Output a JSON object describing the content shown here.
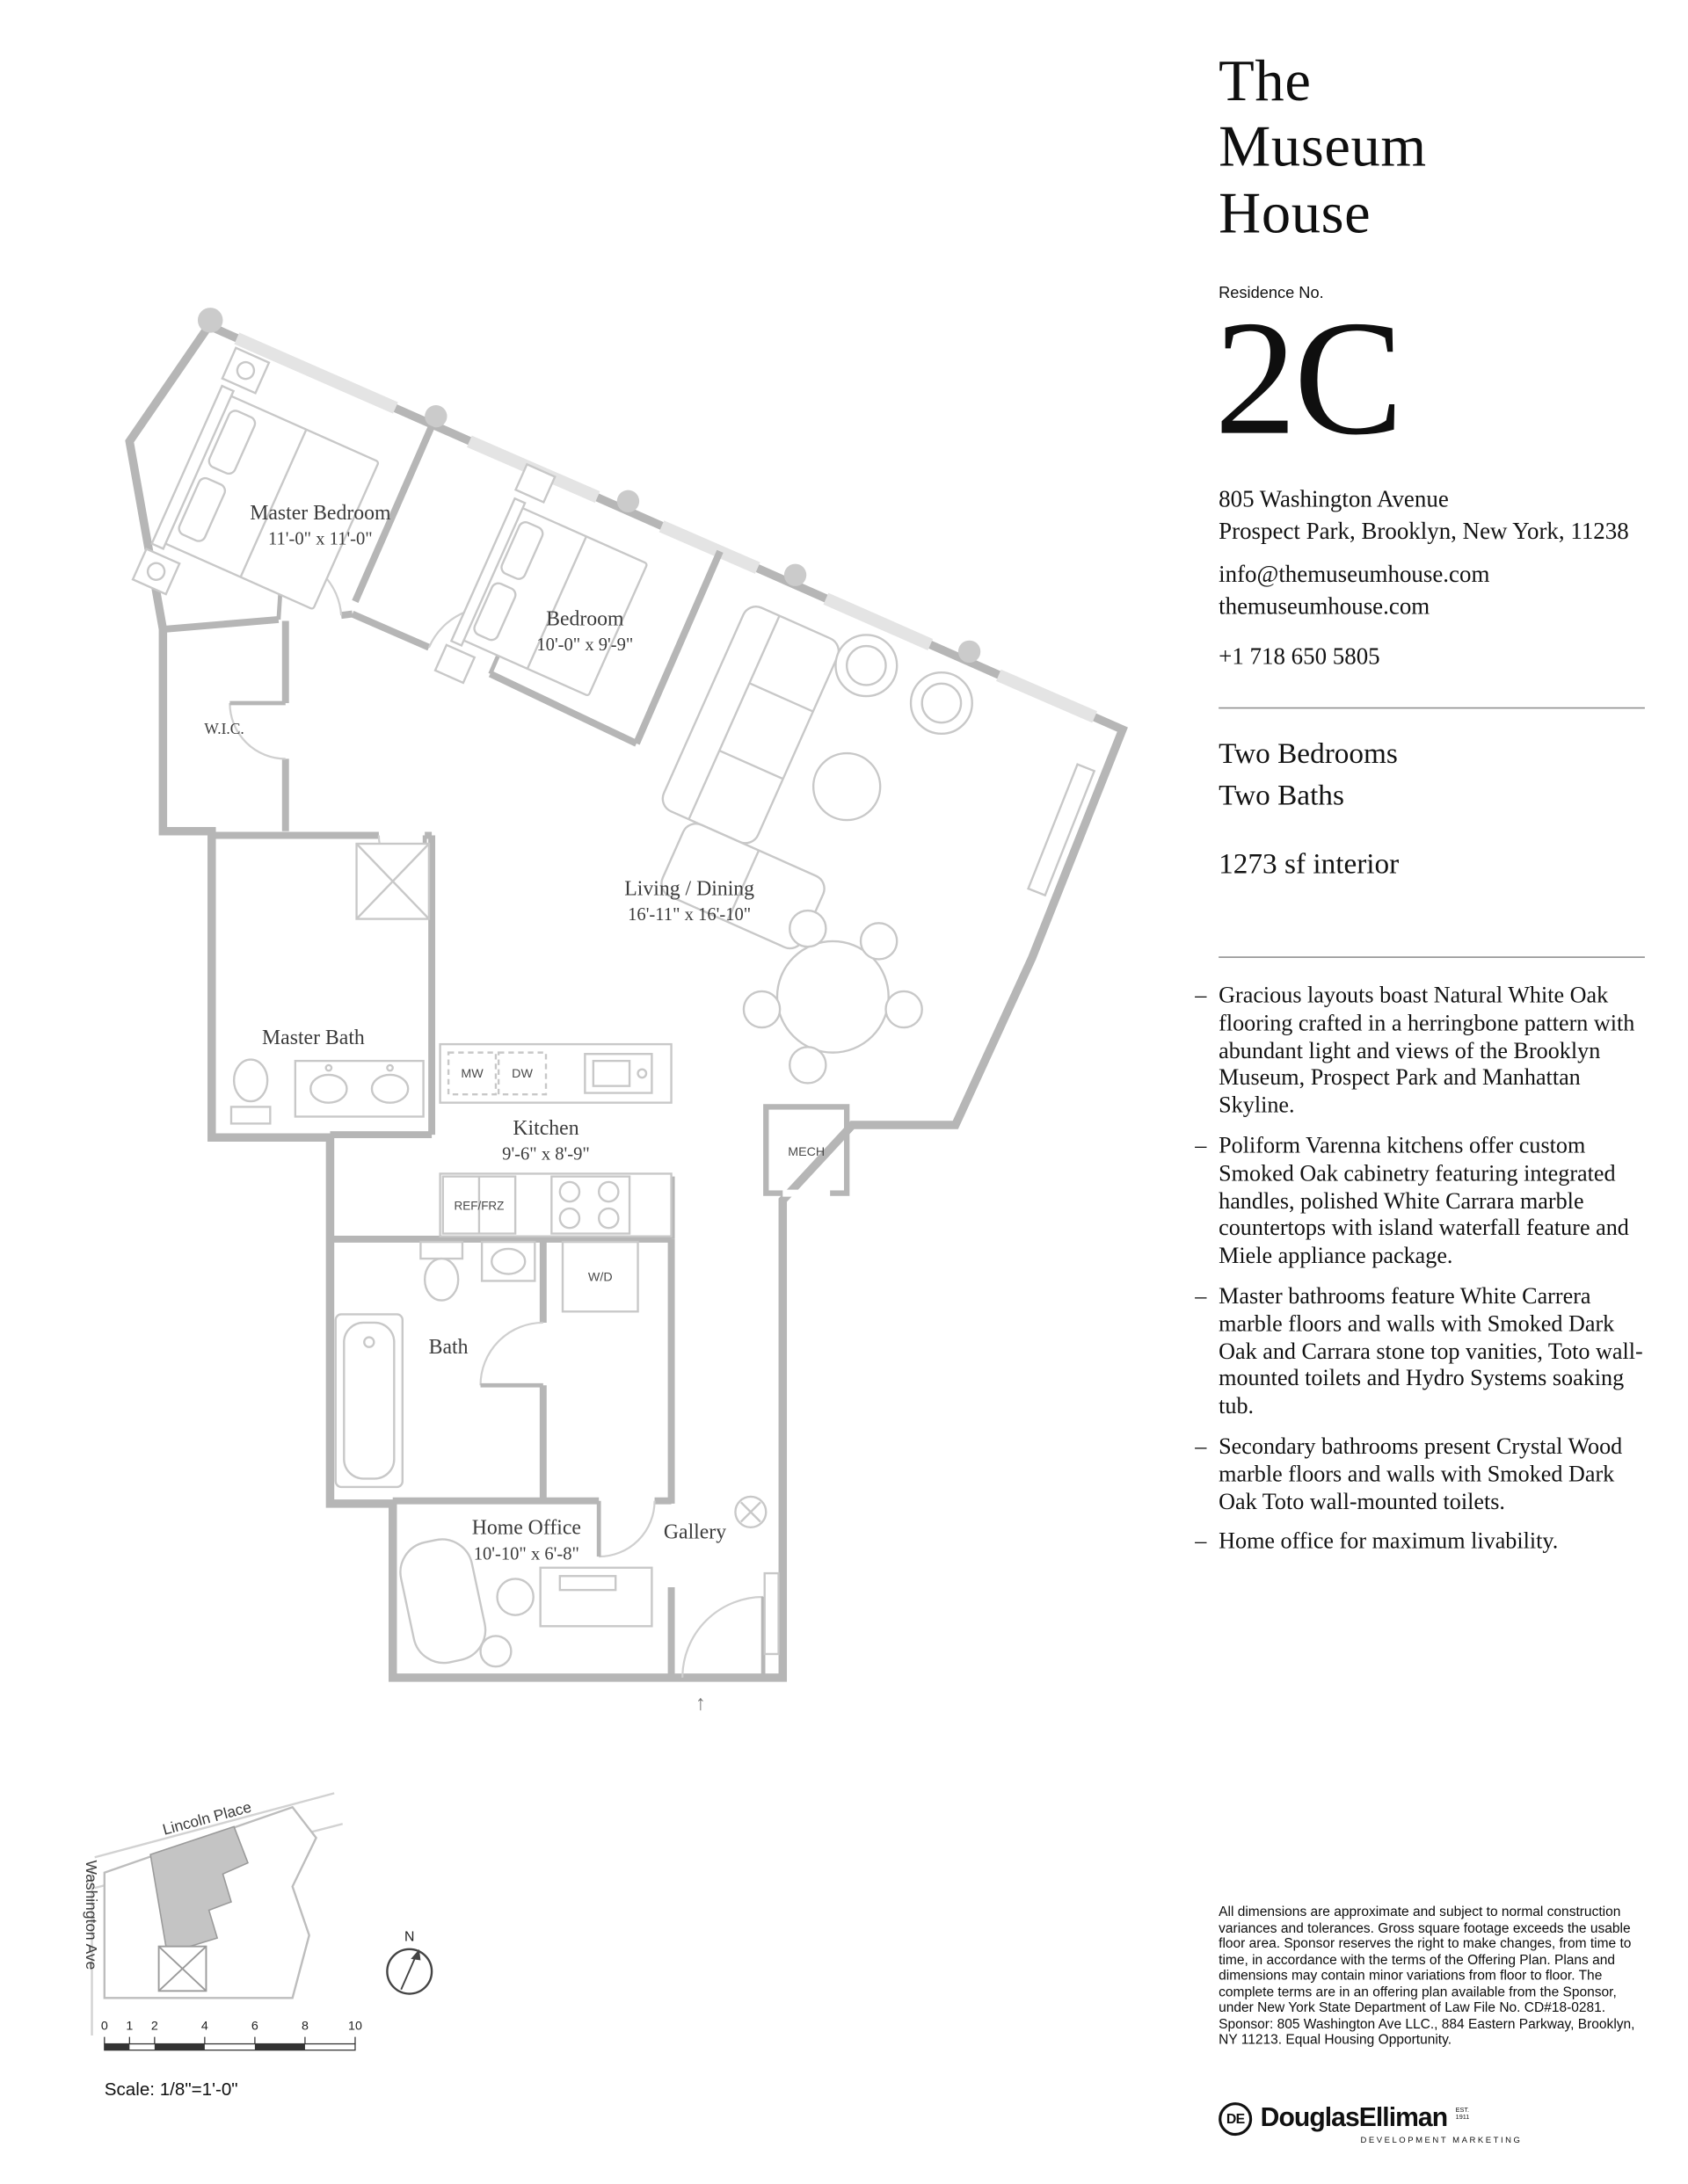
{
  "brand": {
    "title_lines": [
      "The",
      "Museum",
      "House"
    ],
    "residence_label": "Residence No.",
    "residence_number": "2C"
  },
  "contact": {
    "address_line1": "805 Washington Avenue",
    "address_line2": "Prospect Park, Brooklyn, New York, 11238",
    "email": "info@themuseumhouse.com",
    "website": "themuseumhouse.com",
    "phone": "+1 718 650 5805"
  },
  "summary": {
    "bedrooms": "Two Bedrooms",
    "baths": "Two Baths",
    "area": "1273 sf interior"
  },
  "bullet_char": "–",
  "features": [
    "Gracious layouts boast Natural White Oak flooring crafted in a herringbone pattern with abundant light and views of the Brooklyn Museum, Prospect Park and Manhattan Skyline.",
    "Poliform Varenna kitchens offer custom Smoked Oak cabinetry featuring integrated handles, polished White Carrara marble countertops with island waterfall feature and Miele appliance package.",
    "Master bathrooms feature White Carrera marble floors and walls with Smoked Dark Oak and Carrara stone top vanities, Toto wall-mounted toilets and Hydro Systems soaking tub.",
    "Secondary bathrooms present Crystal Wood marble floors and walls with Smoked Dark Oak Toto wall-mounted toilets.",
    "Home office for maximum livability."
  ],
  "floorplan": {
    "rooms": [
      {
        "name": "Master Bedroom",
        "dims": "11'-0\" x 11'-0\""
      },
      {
        "name": "Bedroom",
        "dims": "10'-0\" x 9'-9\""
      },
      {
        "name": "Living / Dining",
        "dims": "16'-11\" x 16'-10\""
      },
      {
        "name": "Kitchen",
        "dims": "9'-6\" x 8'-9\""
      },
      {
        "name": "Home Office",
        "dims": "10'-10\" x 6'-8\""
      },
      {
        "name": "Master Bath"
      },
      {
        "name": "Bath"
      },
      {
        "name": "Gallery"
      },
      {
        "name": "W.I.C."
      }
    ],
    "fixtures": {
      "mw": "MW",
      "dw": "DW",
      "ref": "REF/FRZ",
      "wd": "W/D",
      "mech": "MECH"
    },
    "entry_arrow": "↑"
  },
  "sitemap": {
    "street_horizontal": "Lincoln Place",
    "street_vertical": "Washington Ave",
    "compass": "N",
    "scale_ticks": [
      "0",
      "1",
      "2",
      "4",
      "6",
      "8",
      "10"
    ],
    "scale_label": "Scale: 1/8\"=1'-0\""
  },
  "disclaimer": "All dimensions are approximate and subject to normal construction variances and tolerances. Gross square footage exceeds the usable floor area. Sponsor reserves the right to make changes, from time to time, in accordance with the terms of the Offering Plan. Plans and dimensions may contain minor variations from floor to floor. The complete terms are in an offering plan available from the Sponsor, under New York State Department of Law File No. CD#18-0281. Sponsor: 805 Washington Ave LLC., 884 Eastern Parkway, Brooklyn, NY 11213. Equal Housing Opportunity.",
  "footer": {
    "logo_monogram": "DE",
    "logo_text": "DouglasElliman",
    "logo_est_line1": "EST.",
    "logo_est_line2": "1911",
    "logo_sub": "DEVELOPMENT MARKETING"
  }
}
